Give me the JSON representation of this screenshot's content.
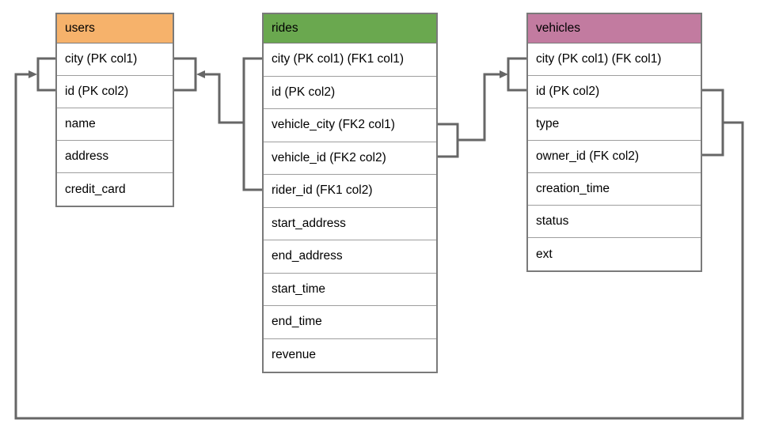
{
  "colors": {
    "users_header": "#F6B26B",
    "rides_header": "#6AA84F",
    "vehicles_header": "#C27BA0",
    "connector": "#666666"
  },
  "tables": [
    {
      "name": "users",
      "header_color": "#F6B26B",
      "rows": [
        "city (PK col1)",
        "id (PK col2)",
        "name",
        "address",
        "credit_card"
      ]
    },
    {
      "name": "rides",
      "header_color": "#6AA84F",
      "rows": [
        "city (PK col1) (FK1 col1)",
        "id (PK col2)",
        "vehicle_city (FK2 col1)",
        "vehicle_id (FK2 col2)",
        "rider_id (FK1 col2)",
        "start_address",
        "end_address",
        "start_time",
        "end_time",
        "revenue"
      ]
    },
    {
      "name": "vehicles",
      "header_color": "#C27BA0",
      "rows": [
        "city (PK col1) (FK col1)",
        "id (PK col2)",
        "type",
        "owner_id (FK col2)",
        "creation_time",
        "status",
        "ext"
      ]
    }
  ],
  "relationships": [
    {
      "name": "FK1",
      "from": "rides (city, rider_id)",
      "to": "users (city, id)"
    },
    {
      "name": "FK2",
      "from": "rides (vehicle_city, vehicle_id)",
      "to": "vehicles (city, id)"
    },
    {
      "name": "FK",
      "from": "vehicles (city, owner_id)",
      "to": "users (city, id)"
    }
  ]
}
